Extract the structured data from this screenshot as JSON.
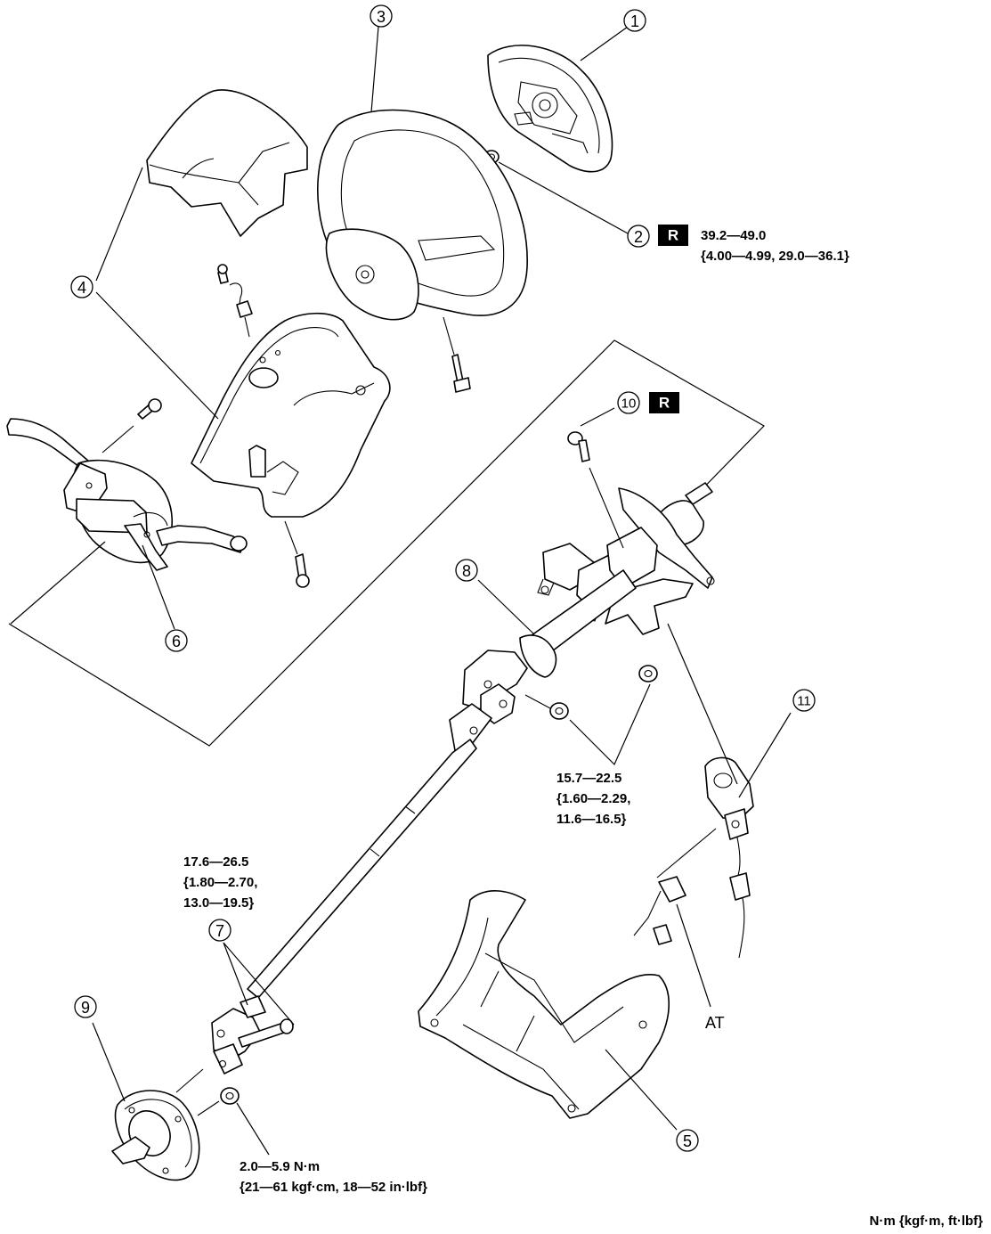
{
  "callouts": [
    {
      "id": "c1",
      "num": "1"
    },
    {
      "id": "c2",
      "num": "2"
    },
    {
      "id": "c3",
      "num": "3"
    },
    {
      "id": "c4",
      "num": "4"
    },
    {
      "id": "c5",
      "num": "5"
    },
    {
      "id": "c6",
      "num": "6"
    },
    {
      "id": "c7",
      "num": "7"
    },
    {
      "id": "c8",
      "num": "8"
    },
    {
      "id": "c9",
      "num": "9"
    },
    {
      "id": "c10",
      "num": "10"
    },
    {
      "id": "c11",
      "num": "11"
    }
  ],
  "badges": {
    "r_label": "R"
  },
  "torque": {
    "t2_line1": "39.2—49.0",
    "t2_line2": "{4.00—4.99, 29.0—36.1}",
    "t8_line1": "15.7—22.5",
    "t8_line2": "{1.60—2.29,",
    "t8_line3": "11.6—16.5}",
    "t7_line1": "17.6—26.5",
    "t7_line2": "{1.80—2.70,",
    "t7_line3": "13.0—19.5}",
    "t9_line1": "2.0—5.9 N·m",
    "t9_line2": "{21—61 kgf·cm, 18—52 in·lbf}"
  },
  "labels": {
    "at": "AT"
  },
  "units": "N·m {kgf·m, ft·lbf}"
}
